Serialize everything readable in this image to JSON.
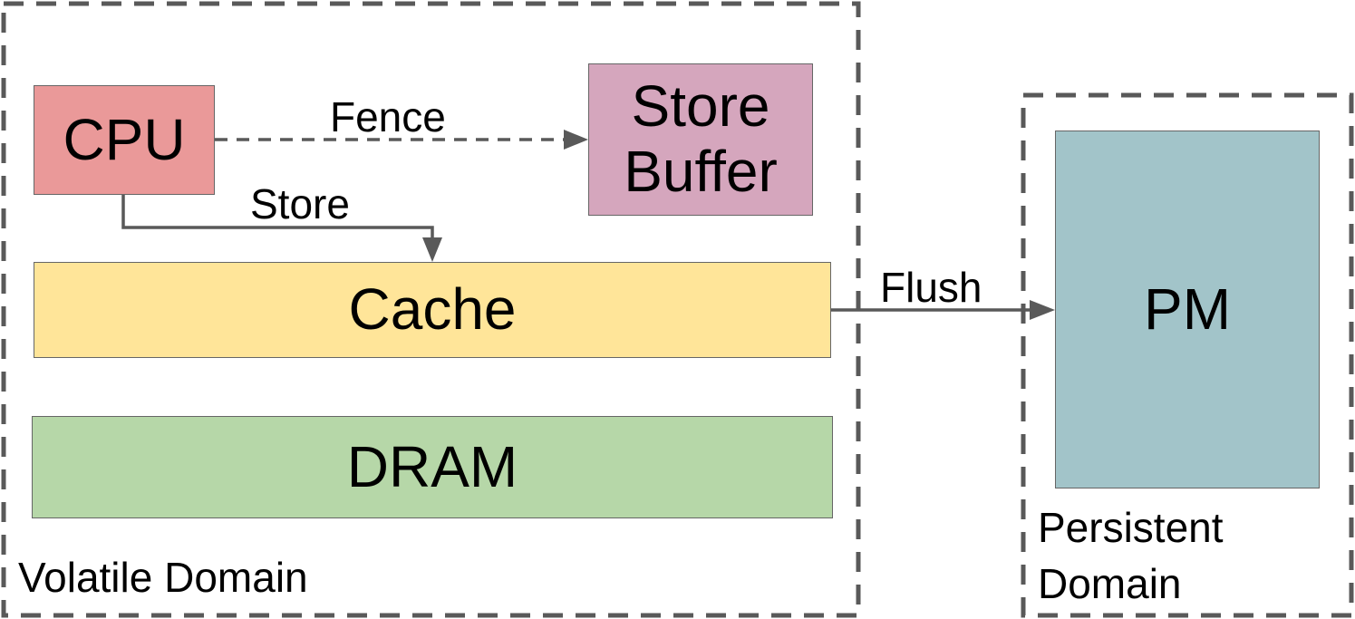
{
  "domains": {
    "volatile_label": "Volatile Domain",
    "persistent_label_line1": "Persistent",
    "persistent_label_line2": "Domain"
  },
  "components": {
    "cpu": "CPU",
    "store_buffer_line1": "Store",
    "store_buffer_line2": "Buffer",
    "cache": "Cache",
    "dram": "DRAM",
    "pm": "PM"
  },
  "edges": {
    "fence": "Fence",
    "store": "Store",
    "flush": "Flush"
  },
  "colors": {
    "cpu": "#ea9999",
    "store_buffer": "#d5a6bd",
    "cache": "#ffe599",
    "dram": "#b6d7a8",
    "pm": "#a2c4c9",
    "border": "#666666",
    "domain_border": "#595959"
  }
}
